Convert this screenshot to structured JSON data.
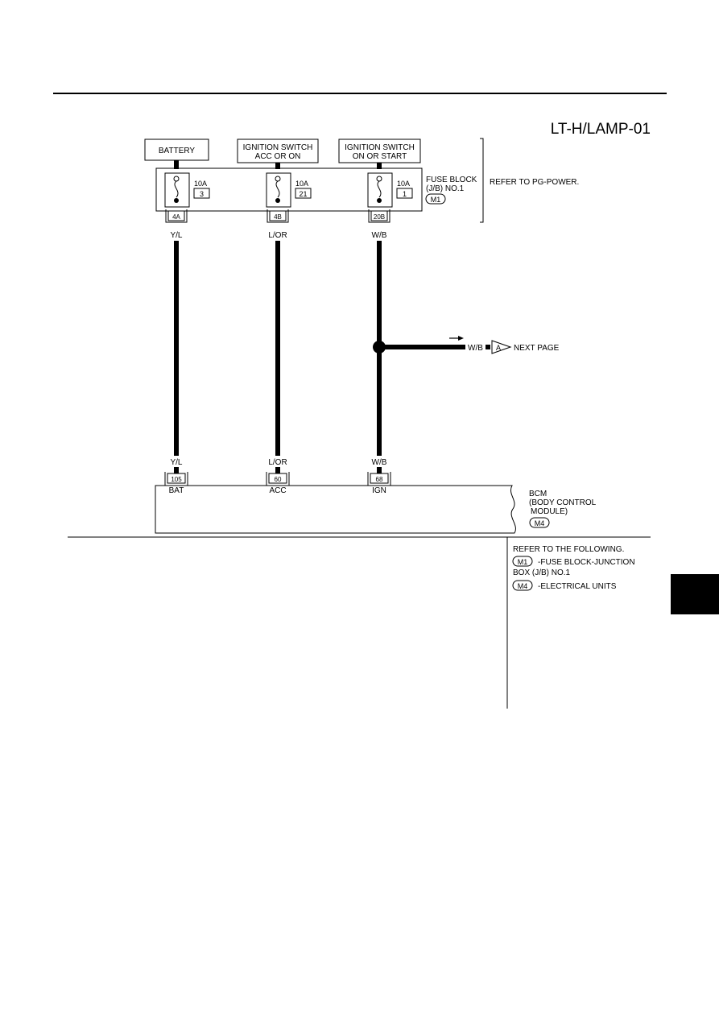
{
  "diagram_id": "LT-H/LAMP-01",
  "sources": {
    "battery": "BATTERY",
    "acc_line1": "IGNITION SWITCH",
    "acc_line2": "ACC OR ON",
    "ign_line1": "IGNITION SWITCH",
    "ign_line2": "ON OR START"
  },
  "fuses": [
    {
      "rating": "10A",
      "number": "3",
      "connector": "4A",
      "wire_top": "Y/L"
    },
    {
      "rating": "10A",
      "number": "21",
      "connector": "4B",
      "wire_top": "L/OR"
    },
    {
      "rating": "10A",
      "number": "1",
      "connector": "20B",
      "wire_top": "W/B"
    }
  ],
  "fuse_block": {
    "line1": "FUSE BLOCK",
    "line2": "(J/B) NO.1",
    "connector": "M1",
    "refer": "REFER TO PG-POWER."
  },
  "branch": {
    "wire": "W/B",
    "connector": "A",
    "label": "NEXT PAGE"
  },
  "bcm_terminals": [
    {
      "wire": "Y/L",
      "pin": "105",
      "name": "BAT"
    },
    {
      "wire": "L/OR",
      "pin": "60",
      "name": "ACC"
    },
    {
      "wire": "W/B",
      "pin": "68",
      "name": "IGN"
    }
  ],
  "bcm": {
    "line1": "BCM",
    "line2": "(BODY CONTROL",
    "line3": "MODULE)",
    "connector": "M4"
  },
  "references": {
    "title": "REFER TO THE FOLLOWING.",
    "items": [
      {
        "connector": "M1",
        "text1": "-FUSE BLOCK-JUNCTION",
        "text2": "BOX (J/B) NO.1"
      },
      {
        "connector": "M4",
        "text1": "-ELECTRICAL UNITS"
      }
    ]
  }
}
